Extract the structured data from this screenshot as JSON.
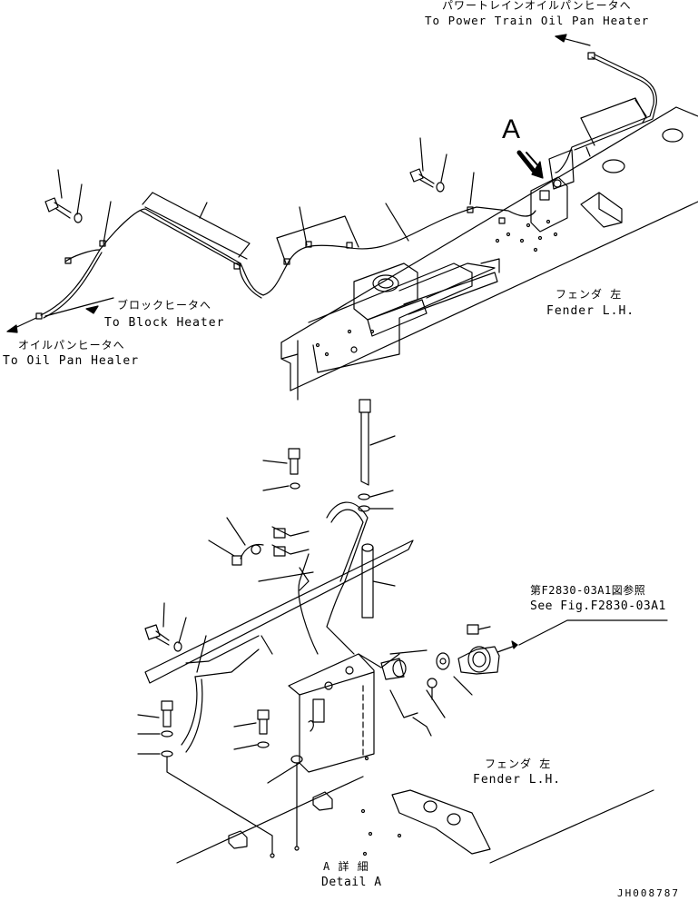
{
  "labels": {
    "power_train_jp": "パワートレインオイルパンヒータへ",
    "power_train_en": "To Power Train Oil Pan Heater",
    "arrow_a": "A",
    "block_heater_jp": "ブロックヒータへ",
    "block_heater_en": "To Block Heater",
    "oil_pan_jp": "オイルパンヒータへ",
    "oil_pan_en": "To Oil Pan Healer",
    "fender_top_jp": "フェンダ 左",
    "fender_top_en": "Fender L.H.",
    "see_fig_jp": "第F2830-03A1図参照",
    "see_fig_en": "See Fig.F2830-03A1",
    "fender_bottom_jp": "フェンダ 左",
    "fender_bottom_en": "Fender L.H.",
    "detail_jp": "A 詳 細",
    "detail_en": "Detail A",
    "drawing_code": "JH008787"
  }
}
